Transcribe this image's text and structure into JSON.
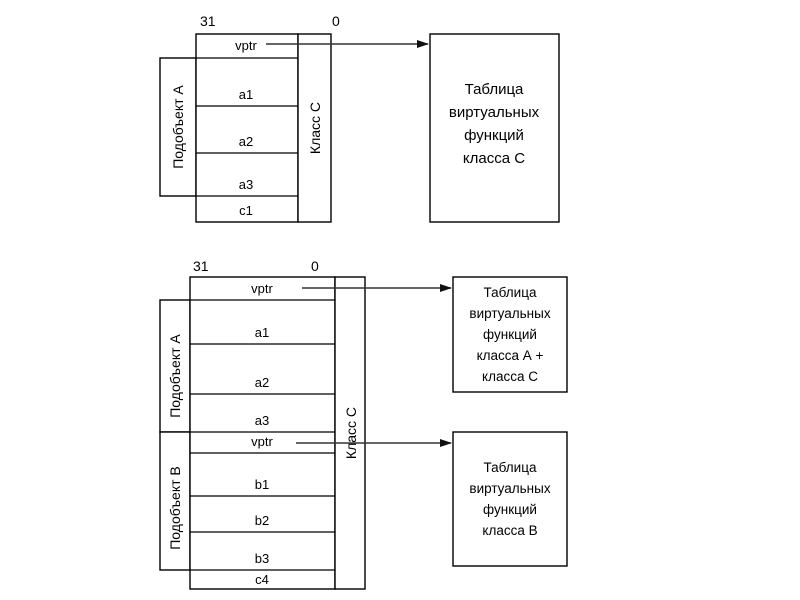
{
  "diagram1": {
    "bit_high": "31",
    "bit_low": "0",
    "fields": [
      "vptr",
      "a1",
      "a2",
      "a3",
      "c1"
    ],
    "subobject_label": "Подобъект А",
    "class_label": "Класс С",
    "table_lines": [
      "Таблица",
      "виртуальных",
      "функций",
      "класса С"
    ]
  },
  "diagram2": {
    "bit_high": "31",
    "bit_low": "0",
    "fields": [
      "vptr",
      "a1",
      "a2",
      "a3",
      "vptr",
      "b1",
      "b2",
      "b3",
      "c4"
    ],
    "subobject_a_label": "Подобъект А",
    "subobject_b_label": "Подобъект В",
    "class_label": "Класс С",
    "table_ac_lines": [
      "Таблица",
      "виртуальных",
      "функций",
      "класса А +",
      "класса С"
    ],
    "table_b_lines": [
      "Таблица",
      "виртуальных",
      "функций",
      "класса В"
    ]
  }
}
